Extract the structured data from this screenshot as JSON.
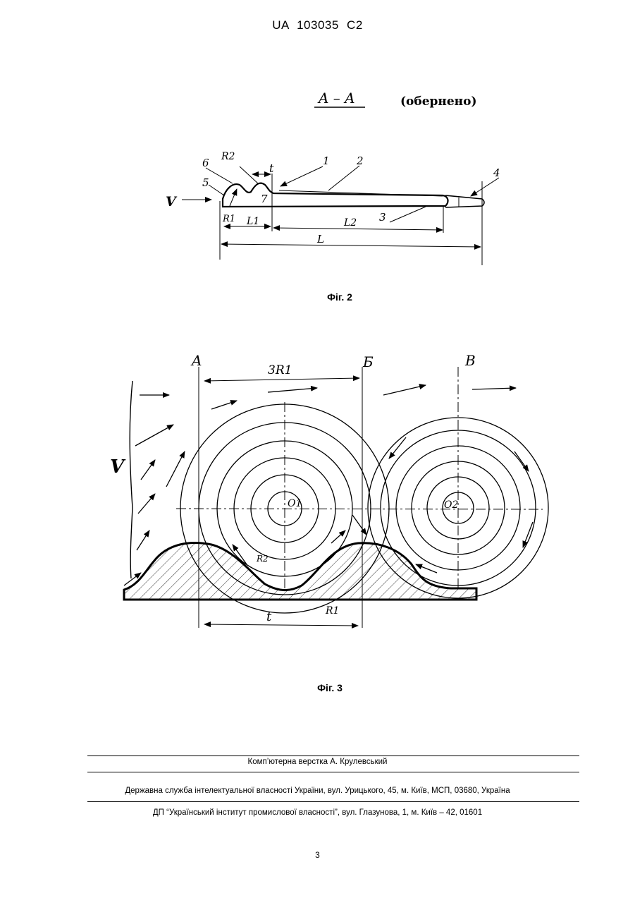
{
  "header": {
    "patent": "UA   103035   C2"
  },
  "fig2": {
    "section": "A – A",
    "note": "(обернено)",
    "labels": {
      "n1": "1",
      "n2": "2",
      "n3": "3",
      "n4": "4",
      "n5": "5",
      "n6": "6",
      "n7": "7",
      "R2": "R2",
      "R1": "R1",
      "t": "t",
      "V": "V",
      "L1": "L1",
      "L2": "L2",
      "L": "L"
    },
    "caption": "Фіг. 2"
  },
  "fig3": {
    "labels": {
      "A": "A",
      "B": "Б",
      "C": "В",
      "threeR1": "3R1",
      "V": "V",
      "O1": "O1",
      "O2": "O2",
      "R2": "R2",
      "R1": "R1",
      "t": "t"
    },
    "caption": "Фіг. 3"
  },
  "footer": {
    "layout": "Комп’ютерна верстка А. Крулевський",
    "service": "Державна служба інтелектуальної власності України, вул. Урицького, 45, м. Київ, МСП, 03680, Україна",
    "institute": "ДП “Український інститут промислової власності”, вул. Глазунова, 1, м. Київ – 42, 01601"
  },
  "page_number": "3"
}
